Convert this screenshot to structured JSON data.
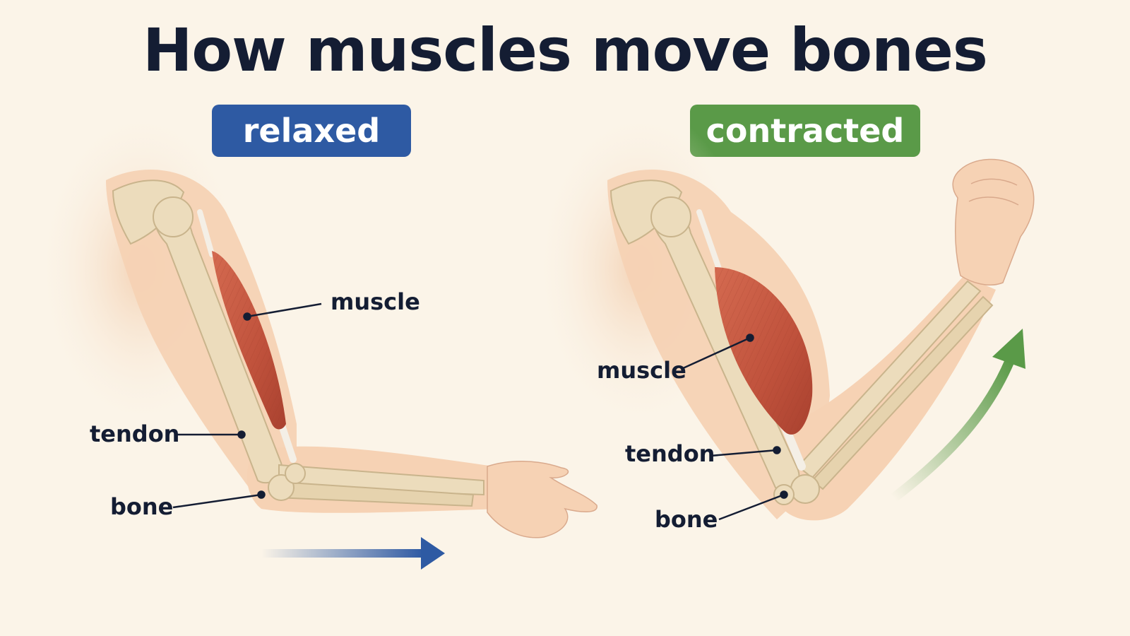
{
  "title": "How muscles move bones",
  "states": {
    "relaxed": {
      "label": "relaxed",
      "color": "#2e5aa3",
      "callouts": {
        "muscle": "muscle",
        "tendon": "tendon",
        "bone": "bone"
      }
    },
    "contracted": {
      "label": "contracted",
      "color": "#5a9a48",
      "callouts": {
        "muscle": "muscle",
        "tendon": "tendon",
        "bone": "bone"
      }
    }
  },
  "colors": {
    "background": "#fbf4e8",
    "skin": "#f6d2b4",
    "bone": "#ecdcbc",
    "muscle": "#c65a43",
    "tendon": "#f4efe6",
    "text": "#141d33"
  },
  "icons": [
    "right-arrow-icon",
    "curved-up-arrow-icon"
  ]
}
